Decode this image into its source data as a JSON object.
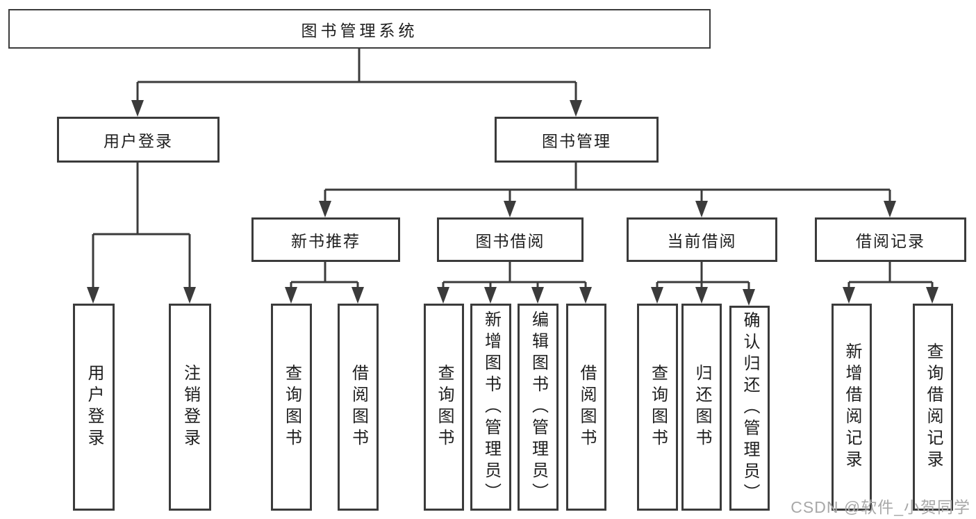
{
  "diagram": {
    "root": {
      "label": "图书管理系统",
      "children": [
        {
          "label": "用户登录",
          "children": [
            {
              "label": "用户登录"
            },
            {
              "label": "注销登录"
            }
          ]
        },
        {
          "label": "图书管理",
          "children": [
            {
              "label": "新书推荐",
              "children": [
                {
                  "label": "查询图书"
                },
                {
                  "label": "借阅图书"
                }
              ]
            },
            {
              "label": "图书借阅",
              "children": [
                {
                  "label": "查询图书"
                },
                {
                  "label": "新增图书（管理员）"
                },
                {
                  "label": "编辑图书（管理员）"
                },
                {
                  "label": "借阅图书"
                }
              ]
            },
            {
              "label": "当前借阅",
              "children": [
                {
                  "label": "查询图书"
                },
                {
                  "label": "归还图书"
                },
                {
                  "label": "确认归还（管理员）"
                }
              ]
            },
            {
              "label": "借阅记录",
              "children": [
                {
                  "label": "新增借阅记录"
                },
                {
                  "label": "查询借阅记录"
                }
              ]
            }
          ]
        }
      ]
    }
  },
  "watermark": "CSDN @软件_小贺同学",
  "colors": {
    "border": "#3b3b3b",
    "line": "#3b3b3b",
    "text": "#1e1e1e",
    "watermark": "#a8a8a8",
    "background": "#ffffff"
  }
}
